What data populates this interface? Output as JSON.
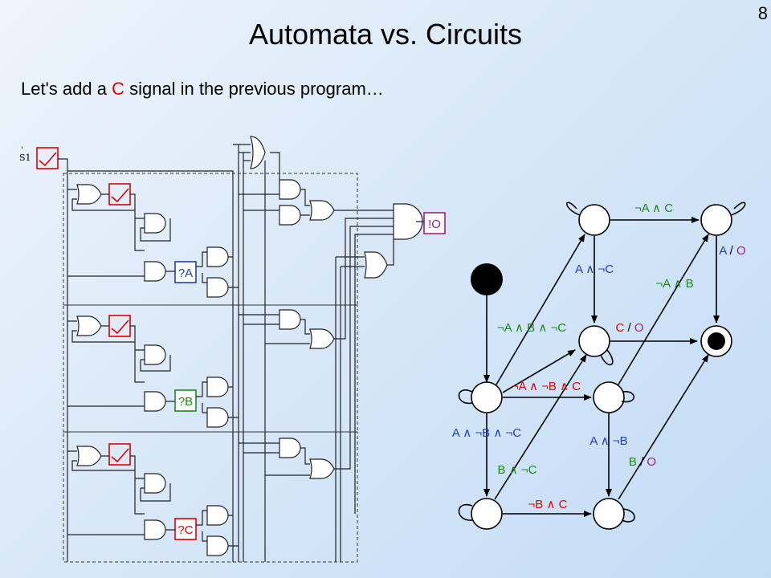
{
  "slide": {
    "number": "8",
    "title": "Automata vs. Circuits",
    "subtitle_parts": [
      "Let's add a ",
      "C",
      " signal in the previous program…"
    ]
  },
  "colors": {
    "red": "#e00000",
    "blue": "#1f3fbf",
    "green": "#1a8a1a",
    "purple": "#a0208a"
  },
  "circuit": {
    "input_label": "S1",
    "tests": [
      "?A",
      "?B",
      "?C"
    ],
    "output": "!O"
  },
  "automaton": {
    "edge_labels": {
      "top": "¬A ∧ C",
      "right_top": "A / O",
      "a_notc": "A ∧ ¬C",
      "nota_b": "¬A ∧ B",
      "c_o": "C / O",
      "nota_b_notc": "¬A ∧ B ∧ ¬C",
      "nota_notb_c": "¬A ∧ ¬B ∧ C",
      "a_notb_notc": "A ∧ ¬B ∧ ¬C",
      "a_notb": "A ∧ ¬B",
      "b_notc": "B ∧ ¬C",
      "b_o": "B / O",
      "notb_c": "¬B ∧ C"
    }
  }
}
